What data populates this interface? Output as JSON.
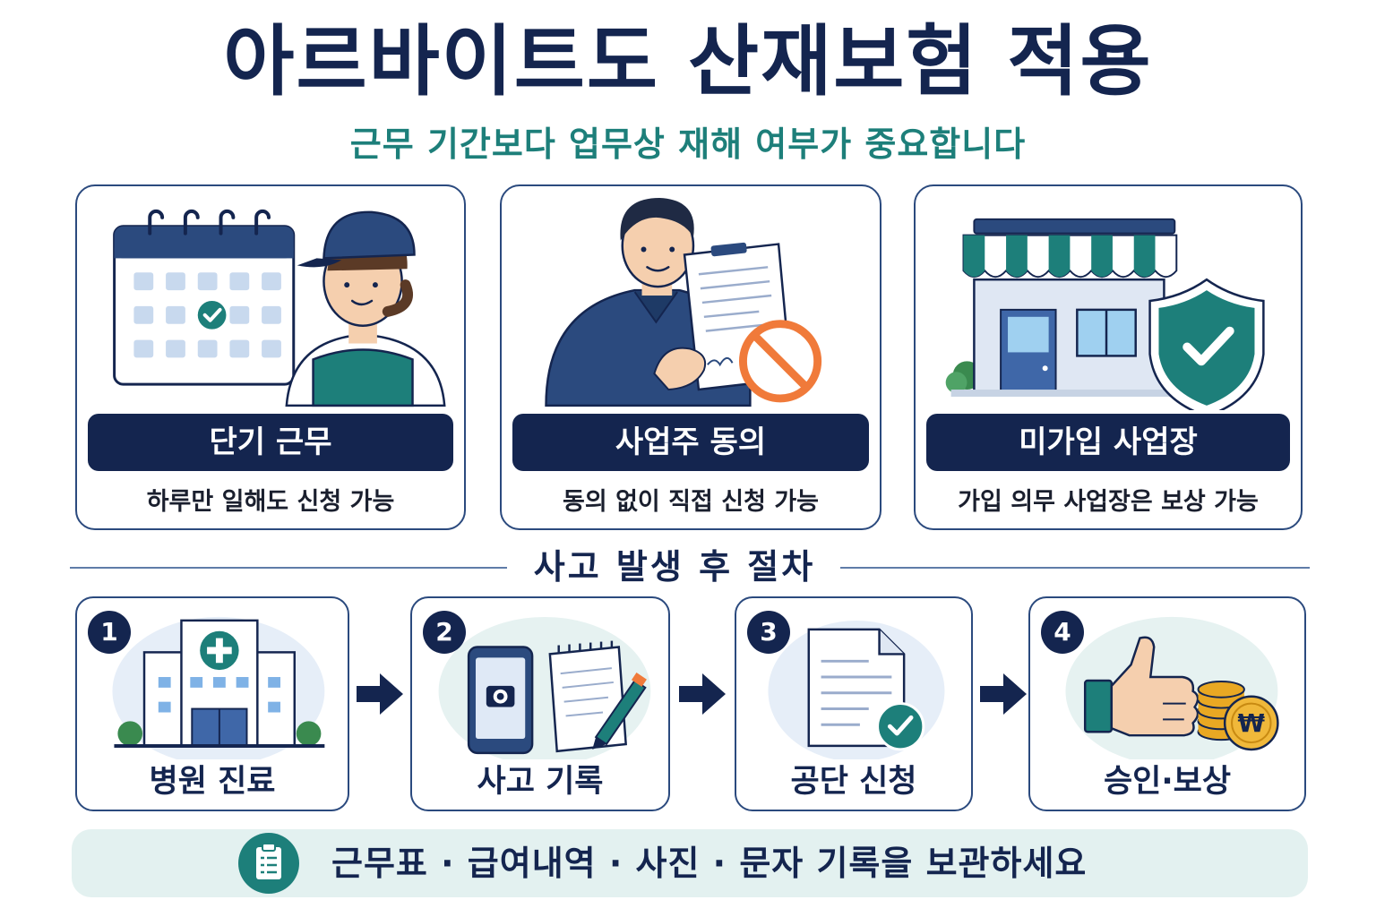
{
  "header": {
    "title": "아르바이트도 산재보험 적용",
    "subtitle": "근무 기간보다 업무상 재해 여부가 중요합니다"
  },
  "cards": [
    {
      "title": "단기 근무",
      "desc": "하루만 일해도 신청 가능"
    },
    {
      "title": "사업주 동의",
      "desc": "동의 없이 직접 신청 가능"
    },
    {
      "title": "미가입 사업장",
      "desc": "가입 의무 사업장은 보상 가능"
    }
  ],
  "procedure": {
    "title": "사고 발생 후 절차",
    "steps": [
      {
        "num": "1",
        "label": "병원 진료"
      },
      {
        "num": "2",
        "label": "사고 기록"
      },
      {
        "num": "3",
        "label": "공단 신청"
      },
      {
        "num": "4",
        "label": "승인·보상"
      }
    ]
  },
  "banner": {
    "text": "근무표 · 급여내역 · 사진 · 문자 기록을 보관하세요"
  },
  "icons": {
    "coin_symbol": "₩",
    "names": [
      "calendar-icon",
      "worker-icon",
      "employer-icon",
      "document-icon",
      "prohibited-icon",
      "store-icon",
      "shield-check-icon",
      "hospital-icon",
      "smartphone-camera-icon",
      "notepad-pencil-icon",
      "document-check-icon",
      "thumbs-up-icon",
      "coins-icon",
      "arrow-right-icon",
      "clipboard-icon"
    ]
  },
  "colors": {
    "navy": "#14254f",
    "teal": "#1d7f7a",
    "orange": "#f07a3a",
    "banner_bg": "#e3f1f0"
  }
}
